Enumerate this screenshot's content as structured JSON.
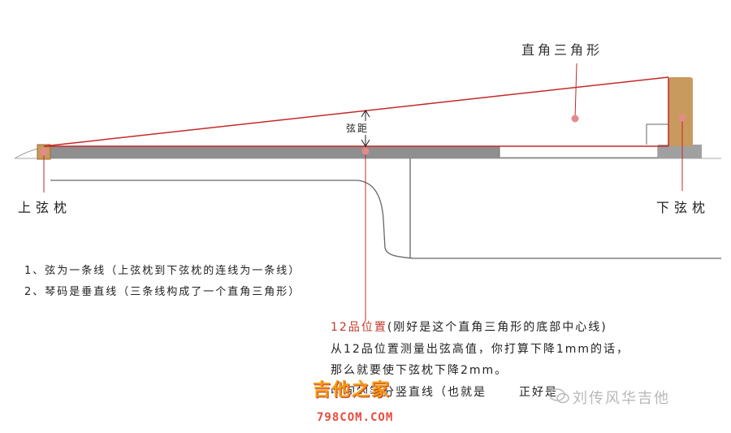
{
  "diagram": {
    "triangle_label": "直角三角形",
    "string_height_label": "弦距",
    "nut_label": "上弦枕",
    "saddle_label": "下弦枕",
    "notes": [
      "1、弦为一条线（上弦枕到下弦枕的连线为一条线）",
      "2、琴码是垂直线（三条线构成了一个直角三角形）"
    ],
    "body": {
      "fret_label": "12品位置",
      "line1_rest": "(刚好是这个直角三角形的底部中心线)",
      "line2": "从12品位置测量出弦高值，你打算下降1mm的话，",
      "line3": "那么就要使下弦枕下降2mm。",
      "line4": "中间的等分竖直线（也就是",
      "line4_tail": "正好是"
    },
    "colors": {
      "string_red": "#c62828",
      "fretboard_gray": "#8f8f8f",
      "saddle_wood": "#c89a5e",
      "dot_pink": "#e58a8a"
    }
  },
  "watermark": {
    "brand": "吉他之家",
    "url": "798COM.COM",
    "account": "刘传风华吉他"
  }
}
